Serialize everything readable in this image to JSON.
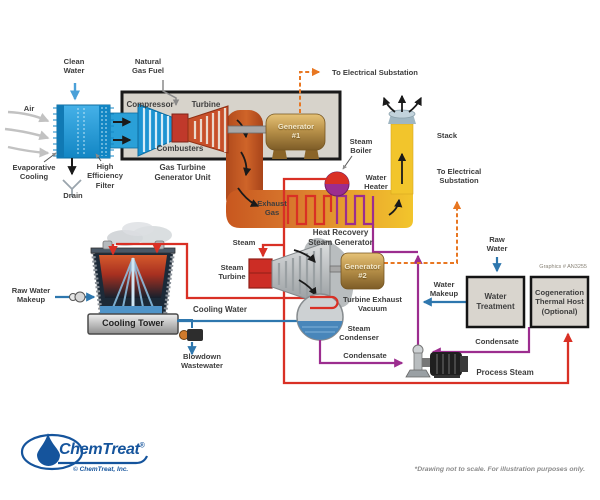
{
  "labels": {
    "clean_water": "Clean\nWater",
    "natural_gas_fuel": "Natural\nGas Fuel",
    "air": "Air",
    "evaporative_cooling": "Evaporative\nCooling",
    "high_efficiency_filter": "High\nEfficiency\nFilter",
    "drain": "Drain",
    "compressor": "Compressor",
    "turbine": "Turbine",
    "combusters": "Combusters",
    "gas_turbine_generator_unit": "Gas Turbine\nGenerator Unit",
    "generator_1": "Generator\n#1",
    "to_electrical_substation_top": "To Electrical Substation",
    "steam_boiler": "Steam\nBoiler",
    "water_heater": "Water\nHeater",
    "stack": "Stack",
    "to_electrical_substation_right": "To Electrical\nSubstation",
    "exhaust_gas": "Exhaust\nGas",
    "heat_recovery_steam_generator": "Heat Recovery\nSteam Generator",
    "steam": "Steam",
    "steam_turbine": "Steam\nTurbine",
    "generator_2": "Generator\n#2",
    "turbine_exhaust_vacuum": "Turbine Exhaust\nVacuum",
    "steam_condenser": "Steam\nCondenser",
    "condensate_left": "Condensate",
    "condensate_right": "Condensate",
    "raw_water": "Raw\nWater",
    "water_makeup": "Water\nMakeup",
    "water_treatment": "Water\nTreatment",
    "cogeneration_thermal_host": "Cogeneration\nThermal Host\n(Optional)",
    "graphics_number": "Graphics # AN3255",
    "raw_water_makeup": "Raw Water\nMakeup",
    "cooling_tower": "Cooling Tower",
    "cooling_water": "Cooling Water",
    "blowdown_wastewater": "Blowdown\nWastewater",
    "process_steam": "Process Steam"
  },
  "footer": {
    "logo_text": "ChemTreat",
    "logo_reg": "®",
    "copyright": "© ChemTreat, Inc.",
    "disclaimer": "*Drawing not to scale. For illustration purposes only."
  },
  "colors": {
    "pipe_red": "#d93025",
    "pipe_blue": "#2e77ae",
    "pipe_purple": "#9c2d8f",
    "substation_orange": "#e87722",
    "duct_orange": "#c8571f",
    "duct_yellow": "#f2c52c",
    "generator_gold": "#b9924a",
    "water_blue": "#2aa0d8",
    "logo_blue": "#15549c"
  }
}
